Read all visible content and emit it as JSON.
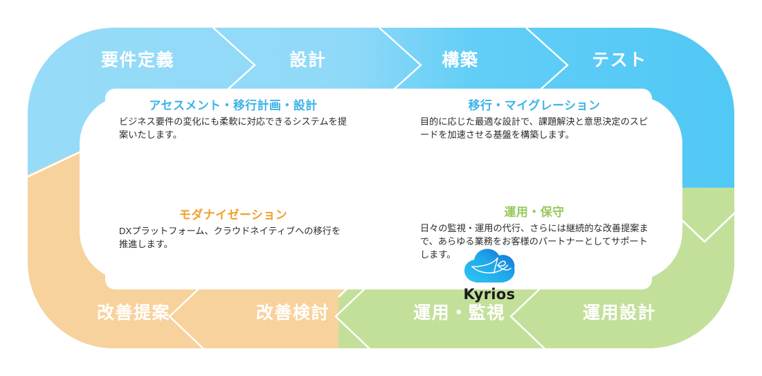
{
  "palette": {
    "blue_light": "#97DCF8",
    "blue_dark": "#4FC7F5",
    "orange": "#F8D29C",
    "green": "#C3E09B",
    "white": "#FFFFFF",
    "heading_blue": "#3CB3E8",
    "heading_orange": "#EFA02B",
    "heading_green": "#97C95C",
    "body_text": "#2B2B2B",
    "logo_cloud_from": "#2FC3F0",
    "logo_cloud_to": "#1270D8",
    "logo_word": "#1B1B1B"
  },
  "top_band": {
    "direction": "left-to-right",
    "steps": [
      {
        "label": "要件定義"
      },
      {
        "label": "設計"
      },
      {
        "label": "構築"
      },
      {
        "label": "テスト"
      }
    ]
  },
  "bottom_band": {
    "direction": "right-to-left",
    "steps": [
      {
        "label": "改善提案",
        "color": "orange"
      },
      {
        "label": "改善検討",
        "color": "orange"
      },
      {
        "label": "運用・監視",
        "color": "green"
      },
      {
        "label": "運用設計",
        "color": "green"
      }
    ]
  },
  "center_card": {
    "blocks": [
      {
        "id": "assessment",
        "heading": "アセスメント・移行計画・設計",
        "body": "ビジネス要件の変化にも柔軟に対応できるシステムを提案いたします。",
        "accent": "#3CB3E8"
      },
      {
        "id": "migration",
        "heading": "移行・マイグレーション",
        "body": "目的に応じた最適な設計で、課題解決と意思決定のスピードを加速させる基盤を構築します。",
        "accent": "#3CB3E8"
      },
      {
        "id": "modernization",
        "heading": "モダナイゼーション",
        "body": "DXプラットフォーム、クラウドネイティブへの移行を推進します。",
        "accent": "#EFA02B"
      },
      {
        "id": "operations",
        "heading": "運用・保守",
        "body": "日々の監視・運用の代行、さらには継続的な改善提案まで、あらゆる業務をお客様のパートナーとしてサポートします。",
        "accent": "#97C95C"
      }
    ],
    "logo": {
      "icon": "cloud-logo-icon",
      "wordmark": "Kyrios"
    }
  }
}
